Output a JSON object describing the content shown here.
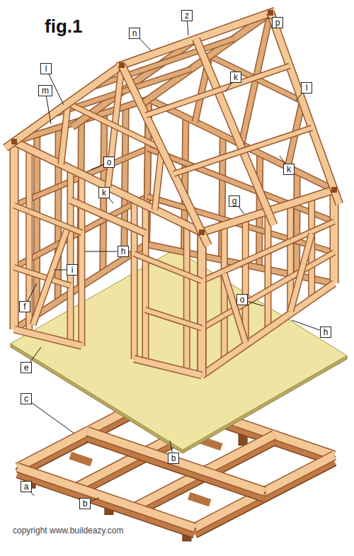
{
  "diagram": {
    "title": "fig.1",
    "nodes": [
      {
        "text": [
          "z"
        ]
      },
      {
        "text": [
          "p"
        ]
      },
      {
        "text": [
          "n"
        ]
      },
      {
        "text": [
          "l"
        ]
      },
      {
        "text": [
          "k"
        ]
      },
      {
        "text": [
          "l"
        ]
      },
      {
        "text": [
          "m"
        ]
      },
      {
        "text": [
          "o"
        ]
      },
      {
        "text": [
          "k"
        ]
      },
      {
        "text": [
          "k"
        ]
      },
      {
        "text": [
          "g"
        ]
      },
      {
        "text": [
          "h"
        ]
      },
      {
        "text": [
          "i"
        ]
      },
      {
        "text": [
          "o"
        ]
      },
      {
        "text": [
          "f"
        ]
      },
      {
        "text": [
          "h"
        ]
      },
      {
        "text": [
          "e"
        ]
      },
      {
        "text": [
          "c"
        ]
      },
      {
        "text": [
          "b"
        ]
      },
      {
        "text": [
          "a"
        ]
      },
      {
        "text": [
          "b"
        ]
      }
    ],
    "labels": [
      "copyright www.buildeazy.com"
    ]
  }
}
